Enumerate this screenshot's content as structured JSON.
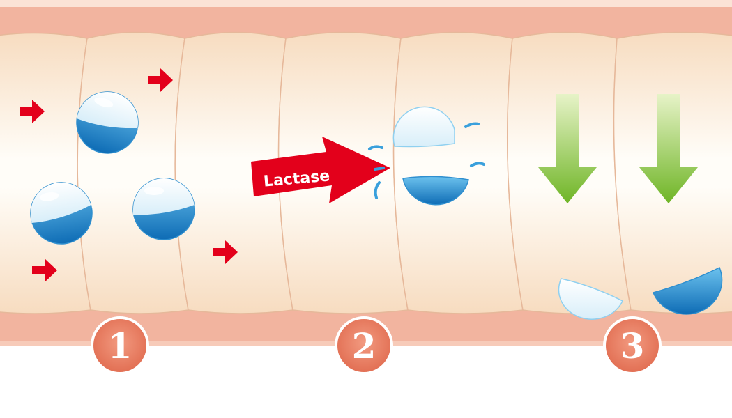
{
  "diagram": {
    "enzyme_label": "Lactase",
    "steps": [
      {
        "number": "1"
      },
      {
        "number": "2"
      },
      {
        "number": "3"
      }
    ]
  },
  "colors": {
    "wall": "#f2b49f",
    "segment": "#fbe9d3",
    "segment_center": "#fffdf8",
    "red_arrow": "#e3001b",
    "green_arrow": "#7bbd2a",
    "molecule_blue": "#1e82c4",
    "badge_fill": "#e8795e"
  }
}
